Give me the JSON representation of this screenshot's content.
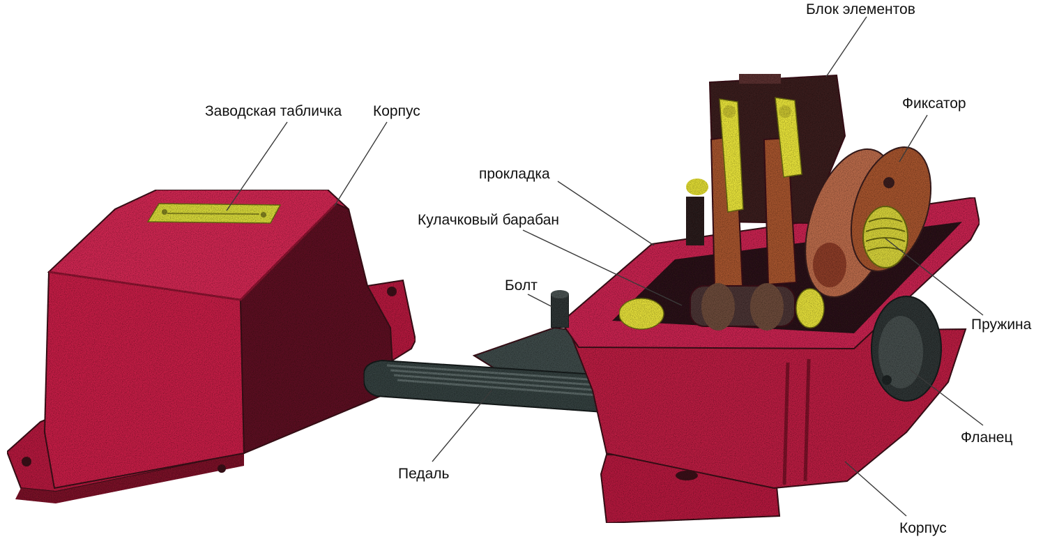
{
  "labels": {
    "block": "Блок элементов",
    "fixator": "Фиксатор",
    "nameplate": "Заводская табличка",
    "housing_top": "Корпус",
    "gasket": "прокладка",
    "cam_drum": "Кулачковый барабан",
    "bolt": "Болт",
    "spring": "Пружина",
    "flange": "Фланец",
    "pedal": "Педаль",
    "housing_bottom": "Корпус"
  },
  "colors": {
    "housing_red": "#c41e46",
    "housing_shadow": "#7a1228",
    "interior_dark": "#2a1218",
    "contact_yellow": "#e8e33a",
    "copper": "#a5542e",
    "pedal_dark": "#34403f",
    "nameplate_yellow": "#d7d83a"
  }
}
